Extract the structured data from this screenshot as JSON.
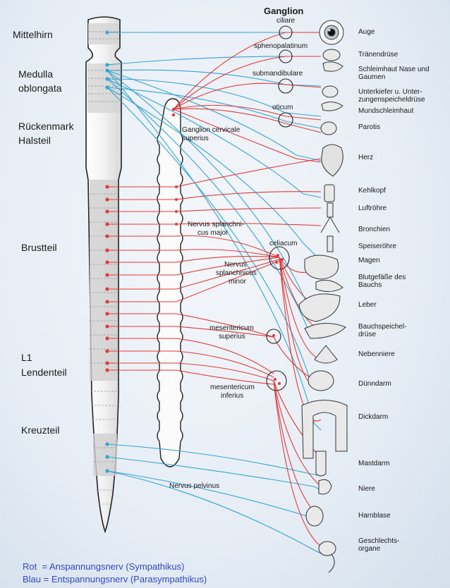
{
  "regions": {
    "mittelhirn": "Mittelhirn",
    "medulla_1": "Medulla",
    "medulla_2": "oblongata",
    "rueckenmark_1": "Rückenmark",
    "rueckenmark_2": "Halsteil",
    "brustteil": "Brustteil",
    "l1": "L1",
    "lendenteil": "Lendenteil",
    "kreuzteil": "Kreuzteil"
  },
  "ganglia": {
    "title": "Ganglion",
    "ciliare": "ciliare",
    "sphenopalatinum": "sphenopalatinum",
    "submandibulare": "submandibulare",
    "oticum": "oticum",
    "cervicale_1": "Ganglion cervicale",
    "cervicale_2": "superius",
    "celiacum": "celiacum",
    "mes_sup_1": "mesentericum",
    "mes_sup_2": "superius",
    "mes_inf_1": "mesentericum",
    "mes_inf_2": "inferius"
  },
  "nerves": {
    "splanch_major_1": "Nervus splanchni-",
    "splanch_major_2": "cus major",
    "splanch_minor_1": "Nervus",
    "splanch_minor_2": "splanchnicus",
    "splanch_minor_3": "minor",
    "pelvinus": "Nervus pelvinus"
  },
  "organs": {
    "auge": "Auge",
    "traenendruese": "Tränendrüse",
    "schleimhaut_1": "Schleimhaut Nase und",
    "schleimhaut_2": "Gaumen",
    "unterkiefer_1": "Unterkiefer u. Unter-",
    "unterkiefer_2": "zungenspeicheldrüse",
    "mundschleimhaut": "Mundschleimhaut",
    "parotis": "Parotis",
    "herz": "Herz",
    "kehlkopf": "Kehlkopf",
    "luftroehre": "Luftröhre",
    "bronchien": "Bronchien",
    "speiseroehre": "Speiseröhre",
    "magen": "Magen",
    "blutgefaesse_1": "Blutgefäße des",
    "blutgefaesse_2": "Bauchs",
    "leber": "Leber",
    "bauchspeichel_1": "Bauchspeichel-",
    "bauchspeichel_2": "drüse",
    "nebenniere": "Nebenniere",
    "duenndarm": "Dünndarm",
    "dickdarm": "Dickdarm",
    "mastdarm": "Mastdarm",
    "niere": "Niere",
    "harnblase": "Harnblase",
    "geschlecht_1": "Geschlechts-",
    "geschlecht_2": "organe"
  },
  "legend": {
    "rot": "Rot  = Anspannungsnerv (Sympathikus)",
    "blau": "Blau = Entspannungsnerv (Parasympathikus)"
  },
  "colors": {
    "sympathetic": "#e23a3a",
    "parasympathetic": "#33a4d6",
    "legend_text": "#2f47c8"
  }
}
